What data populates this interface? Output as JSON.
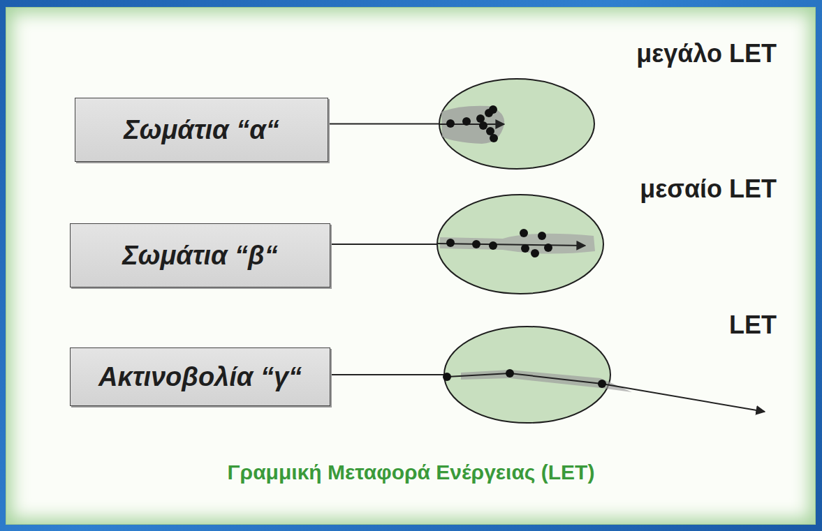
{
  "diagram": {
    "caption": "Γραμμική Μεταφορά Ενέργειας (LET)",
    "nodes": [
      {
        "text": [
          "Σωμάτια “α“"
        ]
      },
      {
        "text": [
          "μεγάλο LET"
        ]
      },
      {
        "text": [
          "Σωμάτια “β“"
        ]
      },
      {
        "text": [
          "μεσαίο LET"
        ]
      },
      {
        "text": [
          "Ακτινοβολία “γ“"
        ]
      },
      {
        "text": [
          "LET"
        ]
      }
    ],
    "edges": [
      {
        "from": 0,
        "to": 1,
        "arrow": "none"
      },
      {
        "from": 2,
        "to": 3,
        "arrow": "none"
      },
      {
        "from": 4,
        "to": 5,
        "arrow": "none"
      }
    ]
  }
}
